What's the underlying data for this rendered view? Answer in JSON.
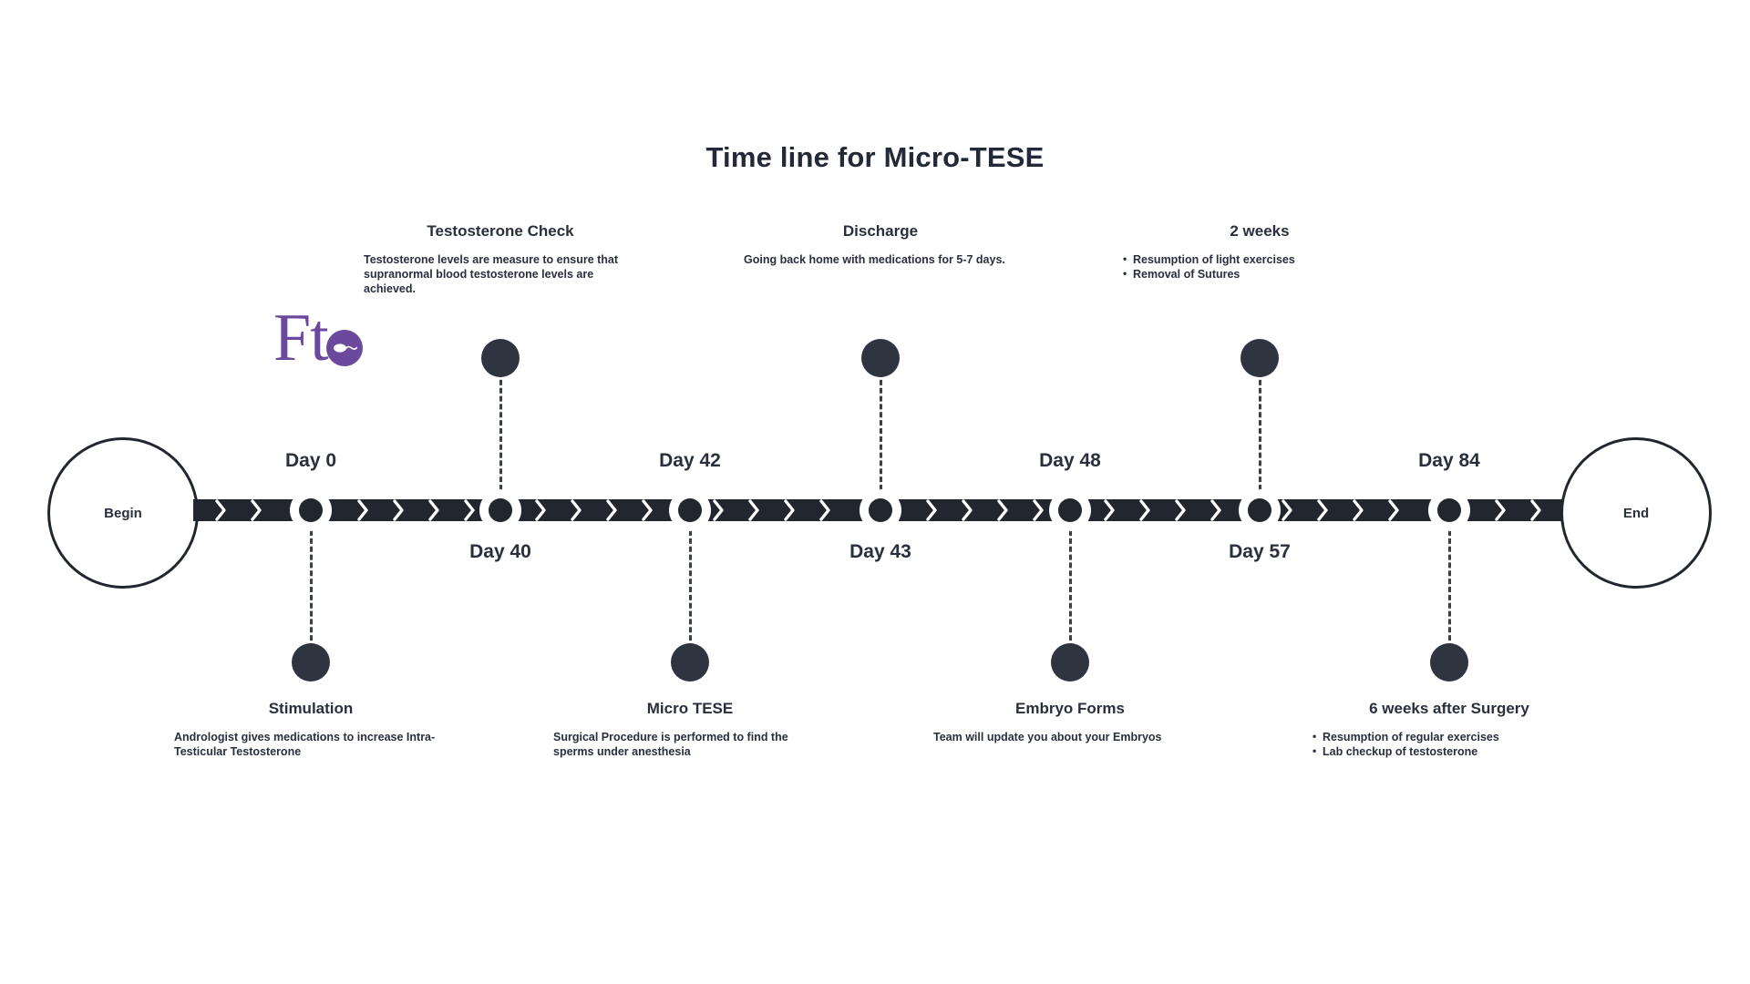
{
  "title": "Time line for Micro-TESE",
  "brand": {
    "name": "Fto",
    "word": "Ft",
    "mark_icon": "sperm-icon",
    "color": "#6b4a9e"
  },
  "timeline": {
    "start_label": "Begin",
    "end_label": "End",
    "line_color": "#22262f",
    "text_color": "#2a2f3d",
    "milestones": [
      {
        "id": "stimulation",
        "day_label": "Day 0",
        "day_position": "above",
        "callout_position": "below",
        "heading": "Stimulation",
        "body": "Andrologist gives medications to increase Intra-Testicular Testosterone",
        "bullets": []
      },
      {
        "id": "testosterone-check",
        "day_label": "Day 40",
        "day_position": "below",
        "callout_position": "above",
        "heading": "Testosterone Check",
        "body": "Testosterone levels are measure to ensure that supranormal blood testosterone levels are achieved.",
        "bullets": []
      },
      {
        "id": "micro-tese",
        "day_label": "Day 42",
        "day_position": "above",
        "callout_position": "below",
        "heading": "Micro TESE",
        "body": "Surgical Procedure is performed to find the sperms under anesthesia",
        "bullets": []
      },
      {
        "id": "discharge",
        "day_label": "Day 43",
        "day_position": "below",
        "callout_position": "above",
        "heading": "Discharge",
        "body": "Going back home with medications for 5-7 days.",
        "bullets": []
      },
      {
        "id": "embryo-forms",
        "day_label": "Day 48",
        "day_position": "above",
        "callout_position": "below",
        "heading": "Embryo Forms",
        "body": "Team will update you about your Embryos",
        "bullets": []
      },
      {
        "id": "two-weeks",
        "day_label": "Day 57",
        "day_position": "below",
        "callout_position": "above",
        "heading": "2 weeks",
        "body": "",
        "bullets": [
          "Resumption of light exercises",
          "Removal of Sutures"
        ]
      },
      {
        "id": "six-weeks-after-surgery",
        "day_label": "Day 84",
        "day_position": "above",
        "callout_position": "below",
        "heading": "6 weeks after Surgery",
        "body": "",
        "bullets": [
          "Resumption of regular exercises",
          "Lab checkup of testosterone"
        ]
      }
    ]
  }
}
